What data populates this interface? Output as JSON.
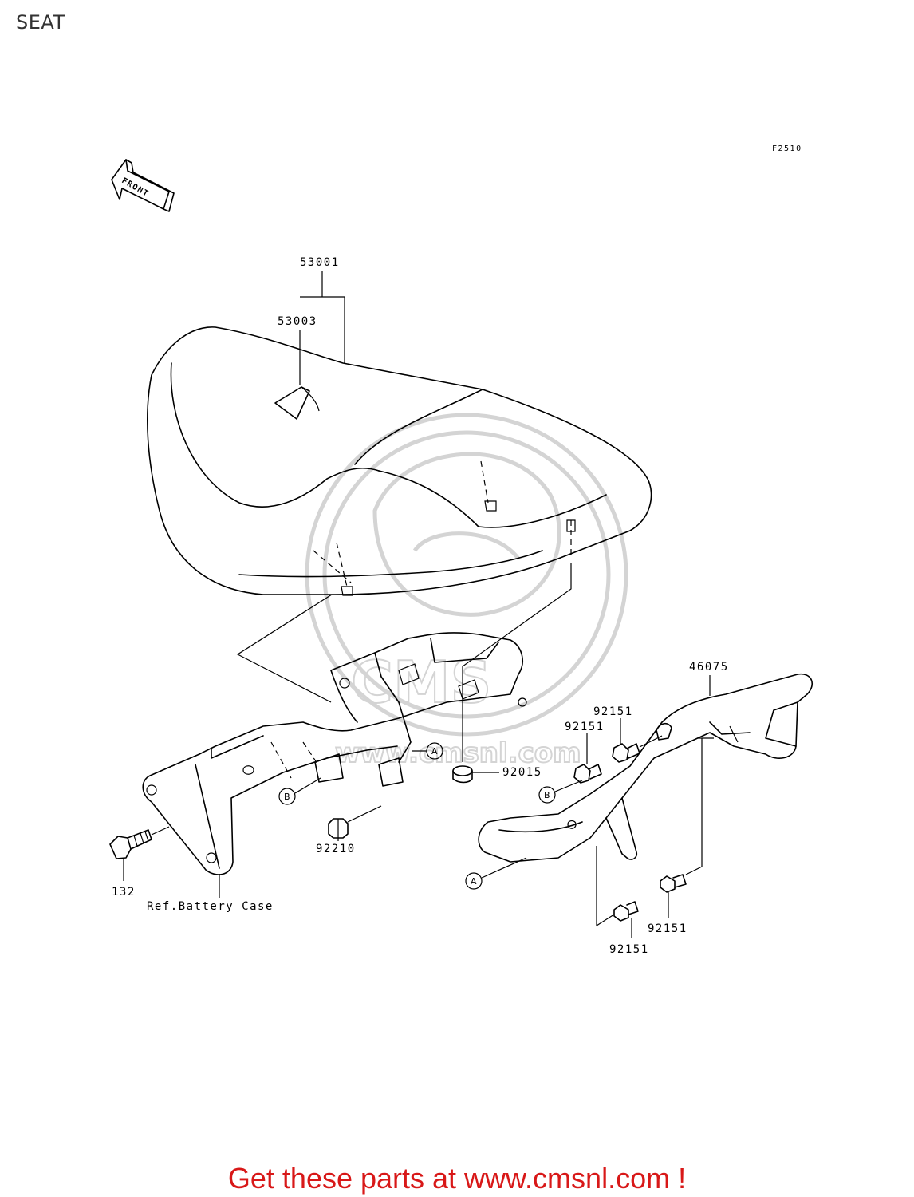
{
  "page": {
    "title": "SEAT"
  },
  "figure": {
    "code": "F2510",
    "direction_label": "FRONT"
  },
  "parts": [
    {
      "id": "p53001",
      "number": "53001"
    },
    {
      "id": "p53003",
      "number": "53003"
    },
    {
      "id": "p46075",
      "number": "46075"
    },
    {
      "id": "p92151a",
      "number": "92151"
    },
    {
      "id": "p92151b",
      "number": "92151"
    },
    {
      "id": "p92015",
      "number": "92015"
    },
    {
      "id": "p92210",
      "number": "92210"
    },
    {
      "id": "p132",
      "number": "132"
    },
    {
      "id": "p92151c",
      "number": "92151"
    },
    {
      "id": "p92151d",
      "number": "92151"
    }
  ],
  "reference_note": "Ref.Battery Case",
  "callouts": {
    "a": "A",
    "b": "B"
  },
  "watermark_text": "www.cmsnl.com",
  "footer": {
    "cta": "Get these parts at www.cmsnl.com !"
  }
}
